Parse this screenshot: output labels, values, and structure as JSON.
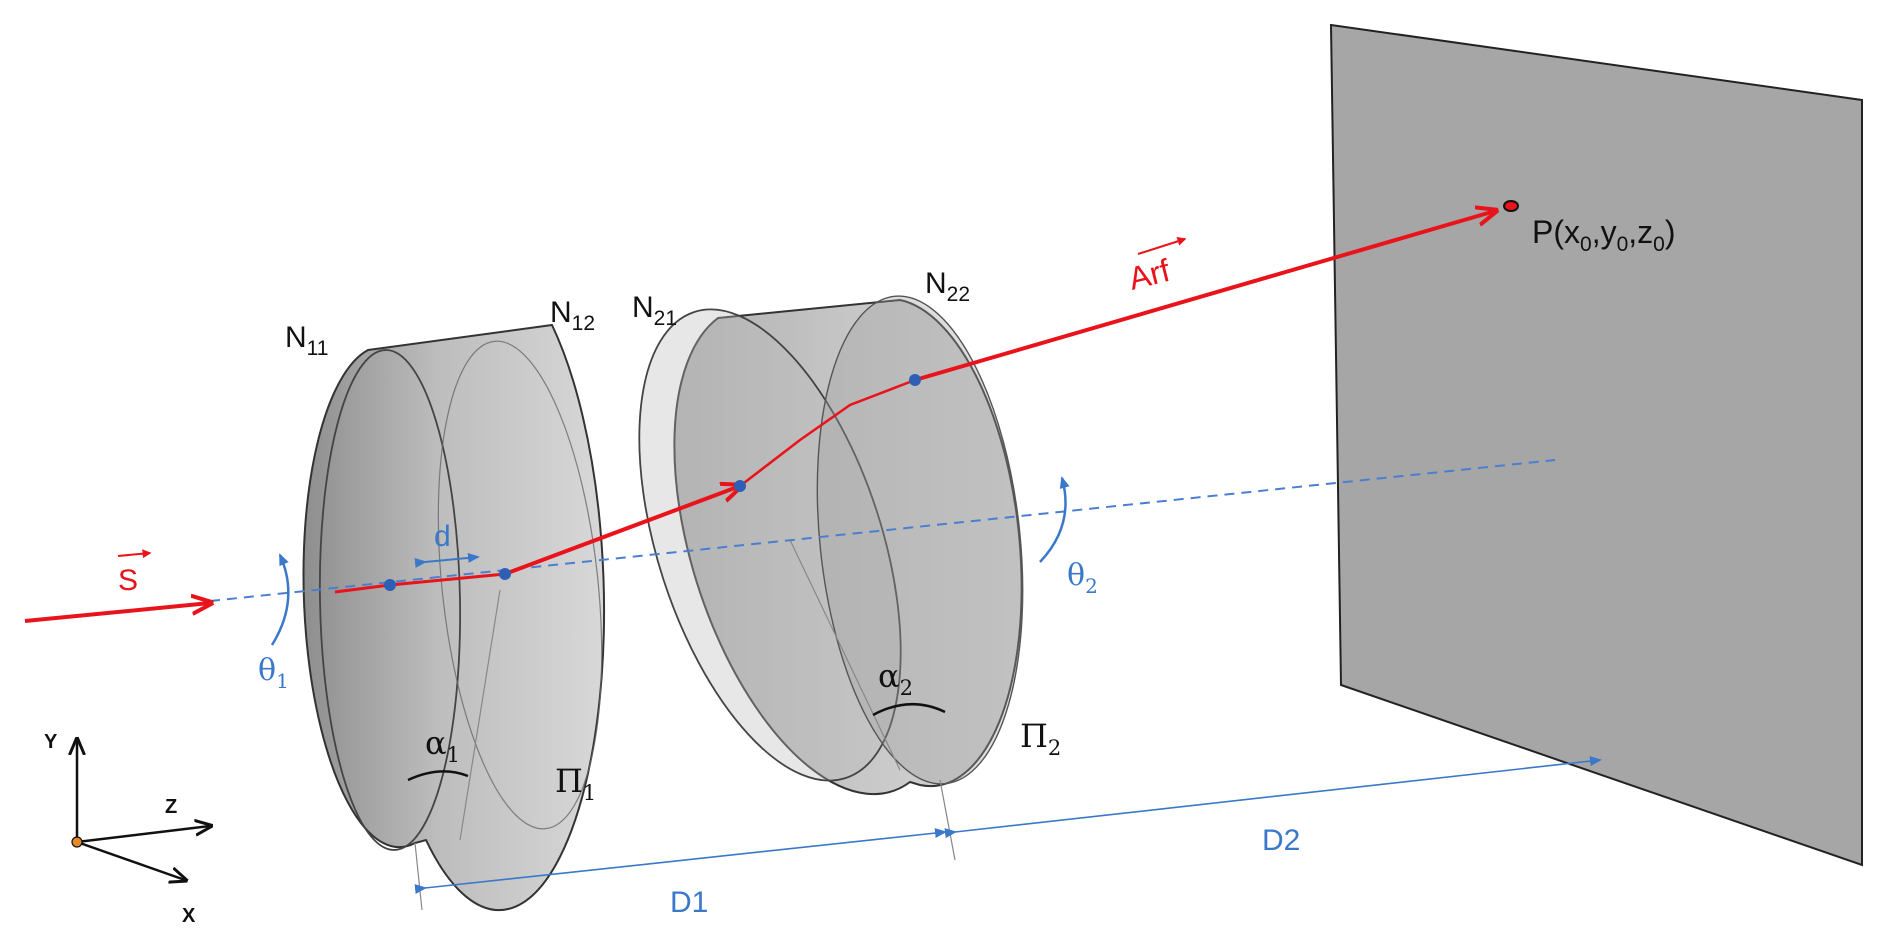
{
  "labels": {
    "N11": {
      "base": "N",
      "sub": "11"
    },
    "N12": {
      "base": "N",
      "sub": "12"
    },
    "N21": {
      "base": "N",
      "sub": "21"
    },
    "N22": {
      "base": "N",
      "sub": "22"
    },
    "S": "S",
    "Arf": "Arf",
    "d": "d",
    "theta1": {
      "base": "θ",
      "sub": "1"
    },
    "theta2": {
      "base": "θ",
      "sub": "2"
    },
    "alpha1": {
      "base": "α",
      "sub": "1"
    },
    "alpha2": {
      "base": "α",
      "sub": "2"
    },
    "Pi1": {
      "base": "Π",
      "sub": "1"
    },
    "Pi2": {
      "base": "Π",
      "sub": "2"
    },
    "D1": "D1",
    "D2": "D2",
    "point": {
      "name": "P",
      "open": "(",
      "x": "x",
      "y": "y",
      "z": "z",
      "sub": "0",
      "comma": ",",
      "close": ")"
    },
    "axis_x": "X",
    "axis_y": "Y",
    "axis_z": "Z"
  },
  "colors": {
    "ray": "#e8131b",
    "dimension": "#3a78c9",
    "outline": "#333333",
    "screen": "#a6a6a6",
    "node": "#2f5fb5"
  }
}
